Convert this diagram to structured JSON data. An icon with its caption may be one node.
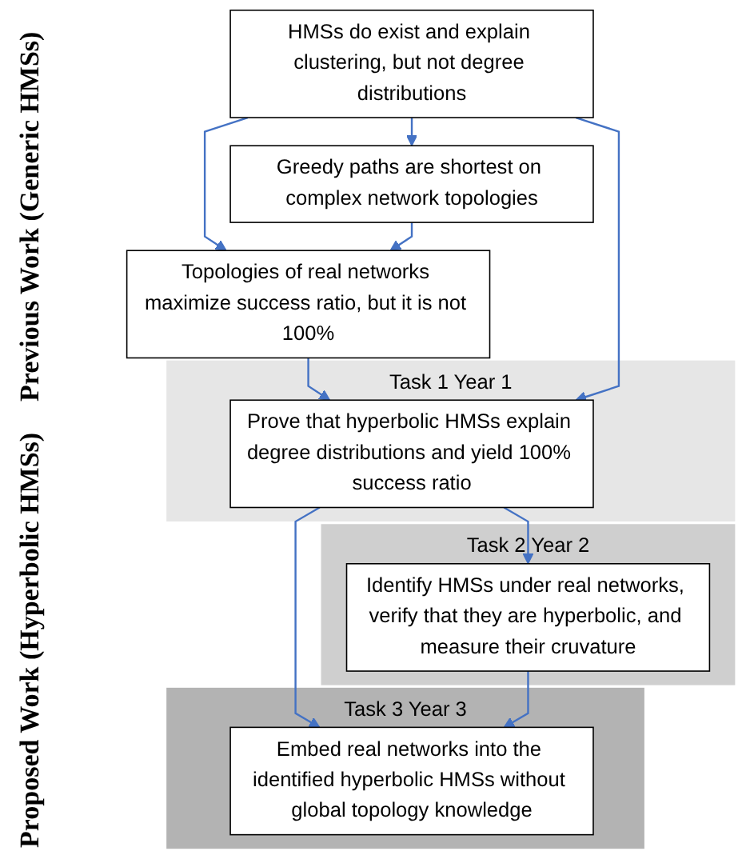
{
  "diagram": {
    "nodes": [
      {
        "text": [
          "HMSs do exist and explain clustering, but not degree distributions"
        ]
      },
      {
        "text": [
          "Greedy paths are shortest on complex network topologies"
        ]
      },
      {
        "text": [
          "Topologies of real networks maximize success ratio, but it is not 100%"
        ]
      },
      {
        "text": [
          "Task 1 Year 1"
        ]
      },
      {
        "text": [
          "Prove that hyperbolic HMSs explain degree distributions and yield 100% success ratio"
        ],
        "in": 3
      },
      {
        "text": [
          "Task 2 Year 2"
        ]
      },
      {
        "text": [
          "Identify HMSs under real networks, verify that they are hyperbolic, and measure their cruvature"
        ],
        "in": 5
      },
      {
        "text": [
          "Task 3 Year 3"
        ]
      },
      {
        "text": [
          "Embed real networks into the identified hyperbolic HMSs without global topology knowledge"
        ],
        "in": 7
      }
    ],
    "edges": [
      {
        "from": 0,
        "to": 1,
        "arrow": "to"
      },
      {
        "from": 0,
        "to": 2,
        "arrow": "to"
      },
      {
        "from": 1,
        "to": 2,
        "arrow": "to"
      },
      {
        "from": 2,
        "to": 4,
        "arrow": "to"
      },
      {
        "from": 0,
        "to": 4,
        "arrow": "to"
      },
      {
        "from": 4,
        "to": 6,
        "arrow": "to"
      },
      {
        "from": 4,
        "to": 8,
        "arrow": "to"
      },
      {
        "from": 6,
        "to": 8,
        "arrow": "to"
      }
    ],
    "labels": [
      "Previous Work (Generic HMSs)",
      "Proposed Work (Hyperbolic HMSs)"
    ]
  }
}
